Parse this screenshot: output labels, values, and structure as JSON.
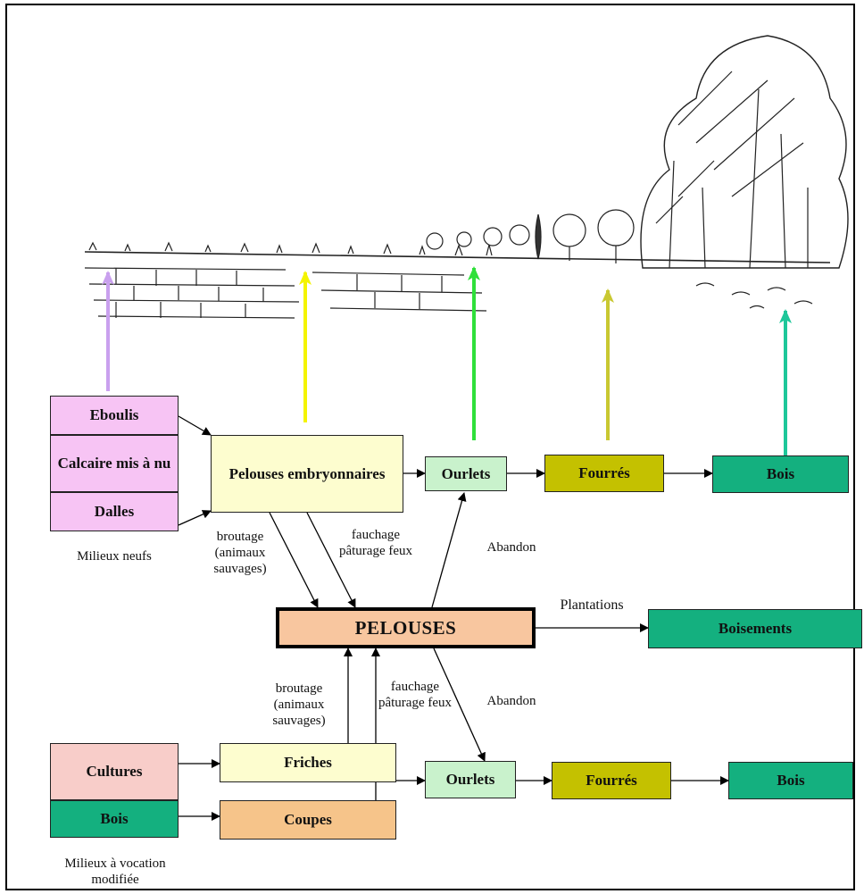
{
  "new_habitats": {
    "boxes": [
      "Eboulis",
      "Calcaire mis à nu",
      "Dalles"
    ],
    "caption": "Milieux neufs"
  },
  "top_row": {
    "pelouses_embryonnaires": "Pelouses embryonnaires",
    "ourlets": "Ourlets",
    "fourres": "Fourrés",
    "bois": "Bois"
  },
  "labels": {
    "broutage_upper": "broutage (animaux sauvages)",
    "fauchage_upper": "fauchage pâturage feux",
    "abandon_upper": "Abandon",
    "plantations": "Plantations",
    "broutage_lower": "broutage (animaux sauvages)",
    "fauchage_lower": "fauchage pâturage feux",
    "abandon_lower": "Abandon"
  },
  "center": {
    "pelouses": "PELOUSES",
    "boisements": "Boisements"
  },
  "modified_habitats": {
    "boxes": [
      "Cultures",
      "Bois"
    ],
    "caption": "Milieux à vocation modifiée",
    "friches": "Friches",
    "coupes": "Coupes"
  },
  "bottom_row": {
    "ourlets": "Ourlets",
    "fourres": "Fourrés",
    "bois": "Bois"
  },
  "colors": {
    "pink": "#f7c4f4",
    "yellow_pale": "#fdfdcf",
    "green_pale": "#c9f2cc",
    "olive": "#c4c100",
    "teal": "#14b07f",
    "salmon": "#f8cdc9",
    "peach": "#f6c48a",
    "arrow_lilac": "#c9a0ee",
    "arrow_yellow": "#f4f400",
    "arrow_green": "#2fe03a",
    "arrow_olive": "#c9c832",
    "arrow_teal": "#1ec79a"
  }
}
